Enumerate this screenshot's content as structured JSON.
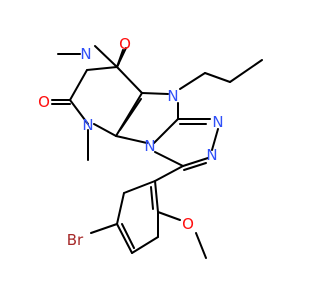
{
  "molecule": {
    "atoms": {
      "o_top": "O",
      "n_pyr_top": "N",
      "o_left": "O",
      "n_pyr_bottom": "N",
      "n_propyl": "N",
      "n_triazole_right": "N",
      "n_triazole_bottom": "N",
      "n_fused": "N",
      "br": "Br",
      "o_methoxy": "O"
    }
  },
  "colors": {
    "bond": "#000000",
    "oxygen": "#ff0d0d",
    "nitrogen": "#3050f8",
    "bromine": "#a62929"
  }
}
